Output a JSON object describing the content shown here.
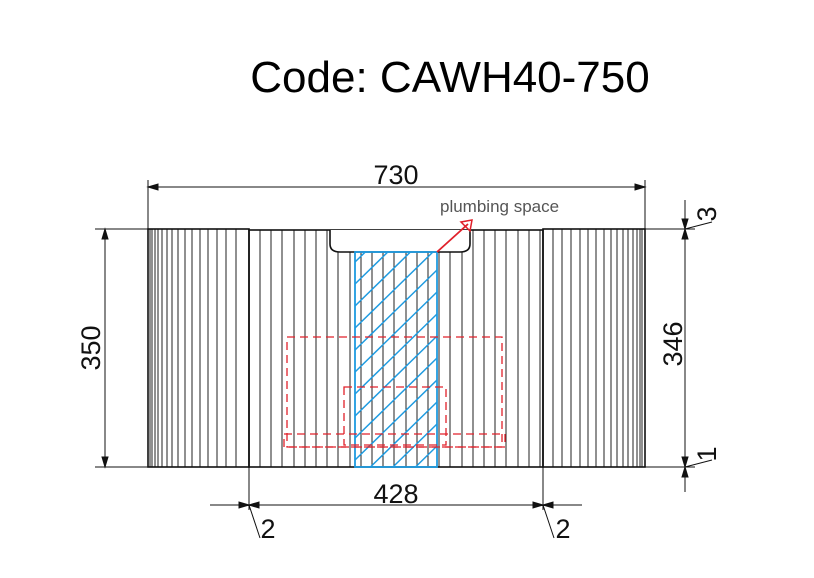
{
  "title": "Code: CAWH40-750",
  "annotation": "plumbing space",
  "dimensions": {
    "overall_width": "730",
    "overall_height": "350",
    "inner_height": "346",
    "door_width": "428",
    "top_gap": "3",
    "bottom_gap": "1",
    "left_gap": "2",
    "right_gap": "2"
  },
  "colors": {
    "line": "#111111",
    "plumbing": "#1f9be0",
    "basin": "#e0202a"
  }
}
